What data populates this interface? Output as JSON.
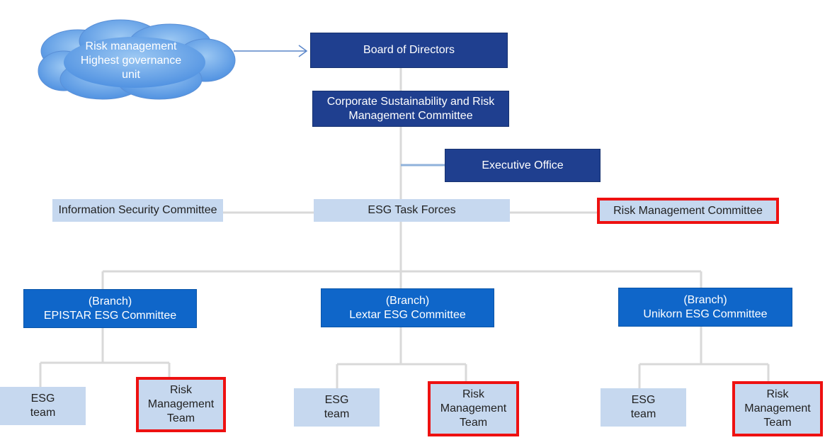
{
  "cloud": {
    "text": "Risk management\nHighest governance\nunit"
  },
  "board": "Board of Directors",
  "csr_committee": "Corporate Sustainability and Risk\nManagement Committee",
  "executive_office": "Executive Office",
  "info_security": "Information Security Committee",
  "esg_task_forces": "ESG Task Forces",
  "risk_mgmt_committee": "Risk Management Committee",
  "branches": [
    {
      "label": "(Branch)\nEPISTAR ESG Committee",
      "esg_team": "ESG\nteam",
      "risk_team": "Risk\nManagement\nTeam"
    },
    {
      "label": "(Branch)\nLextar ESG Committee",
      "esg_team": "ESG\nteam",
      "risk_team": "Risk\nManagement\nTeam"
    },
    {
      "label": "(Branch)\nUnikorn ESG Committee",
      "esg_team": "ESG\nteam",
      "risk_team": "Risk\nManagement\nTeam"
    }
  ],
  "colors": {
    "dark_blue": "#1f3f8f",
    "bright_blue": "#0f66c9",
    "light_blue": "#c6d8ef",
    "highlight_red": "#ee1111",
    "connector_gray": "#d9d9d9"
  }
}
